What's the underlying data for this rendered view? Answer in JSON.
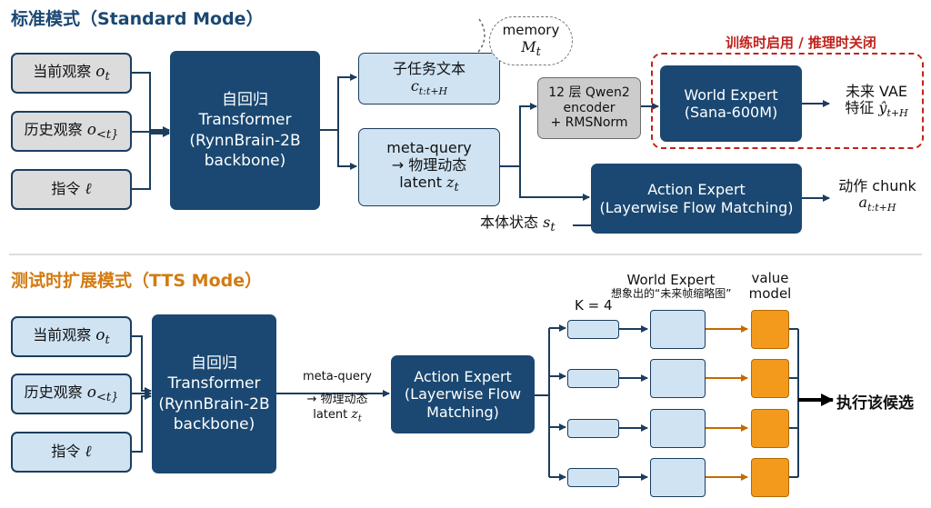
{
  "standard": {
    "title": "标准模式（Standard Mode）",
    "inputs": [
      {
        "text": "当前观察 ",
        "math": "o",
        "sub": "t"
      },
      {
        "text": "历史观察 ",
        "math": "o",
        "sub": "<t}"
      },
      {
        "text": "指令 ",
        "math": "ℓ",
        "sub": ""
      }
    ],
    "backbone": [
      "自回归",
      "Transformer",
      "(RynnBrain-2B",
      "backbone)"
    ],
    "subtask": {
      "line1": "子任务文本",
      "math": "c",
      "sub": "t:t+H"
    },
    "memory": {
      "line1": "memory",
      "math": "M",
      "sub": "t"
    },
    "metaquery": {
      "line1": "meta-query",
      "line2": "→ 物理动态",
      "line3": "latent ",
      "math": "z",
      "sub": "t"
    },
    "encoder": [
      "12 层 Qwen2",
      "encoder",
      "+ RMSNorm"
    ],
    "train_only_label": "训练时启用 / 推理时关闭",
    "world_expert": [
      "World Expert",
      "(Sana-600M)"
    ],
    "vae_out": {
      "line1": "未来 VAE",
      "line2": "特征 ",
      "math": "ŷ",
      "sub": "t+H"
    },
    "action_expert": [
      "Action Expert",
      "(Layerwise Flow Matching)"
    ],
    "action_out": {
      "line1": "动作 chunk",
      "math": "a",
      "sub": "t:t+H"
    },
    "proprio": {
      "line1": "本体状态 ",
      "math": "s",
      "sub": "t"
    }
  },
  "tts": {
    "title": "测试时扩展模式（TTS Mode）",
    "inputs": [
      {
        "text": "当前观察 ",
        "math": "o",
        "sub": "t"
      },
      {
        "text": "历史观察 ",
        "math": "o",
        "sub": "<t}"
      },
      {
        "text": "指令 ",
        "math": "ℓ",
        "sub": ""
      }
    ],
    "backbone": [
      "自回归",
      "Transformer",
      "(RynnBrain-2B",
      "backbone)"
    ],
    "metaquery": {
      "line1": "meta-query",
      "line2": "→ 物理动态",
      "line3": "latent ",
      "math": "z",
      "sub": "t"
    },
    "action_expert": [
      "Action Expert",
      "(Layerwise Flow",
      "Matching)"
    ],
    "k_label": "K = 4",
    "world_expert_header": "World Expert",
    "world_expert_sub": "想象出的“未来帧缩略图”",
    "value_model_header": [
      "value",
      "model"
    ],
    "execute_label": "执行该候选"
  },
  "colors": {
    "dark_blue": "#1a4872",
    "light_blue": "#cfe3f3",
    "orange": "#f39a1c",
    "red_dashed": "#c0221b",
    "title_orange": "#d27b12"
  }
}
